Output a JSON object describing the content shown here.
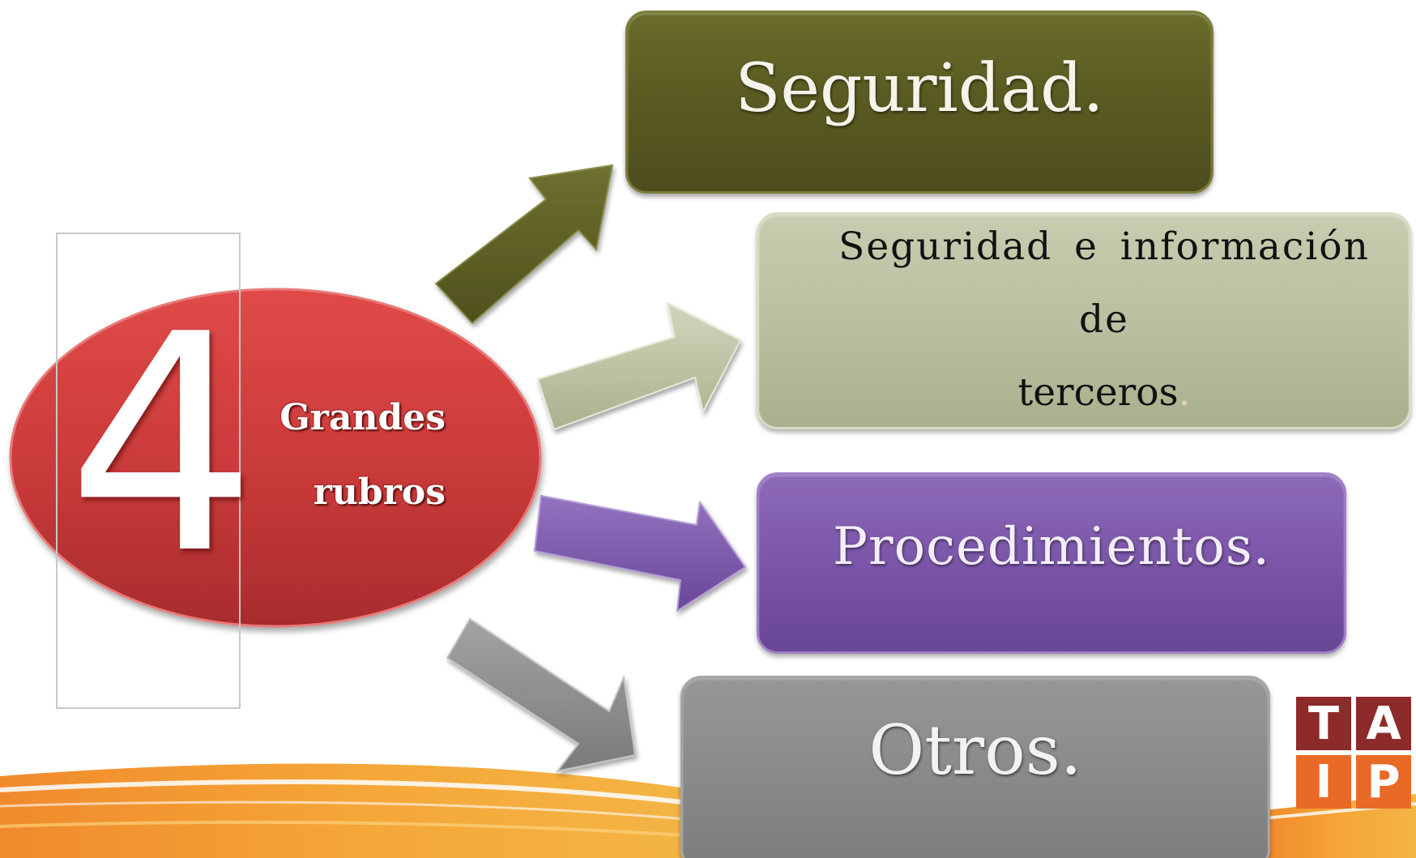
{
  "center": {
    "number": "4",
    "label_line1": "Grandes",
    "label_line2": "rubros"
  },
  "categories": [
    {
      "label": "Seguridad."
    },
    {
      "label_line1": "Seguridad e información de",
      "label_line2": "terceros",
      "label_suffix": "."
    },
    {
      "label": "Procedimientos."
    },
    {
      "label": "Otros."
    }
  ],
  "logo": {
    "letters": [
      "T",
      "A",
      "I",
      "P"
    ]
  },
  "colors": {
    "ellipse": "#c93a3a",
    "seguridad": "#5a5b22",
    "terceros": "#b8bf9e",
    "procedimientos": "#7d57aa",
    "otros": "#8a8a8a",
    "wave_orange": "#ee8a2a",
    "logo_red": "#8d2b2a",
    "logo_orange": "#e96a26"
  }
}
